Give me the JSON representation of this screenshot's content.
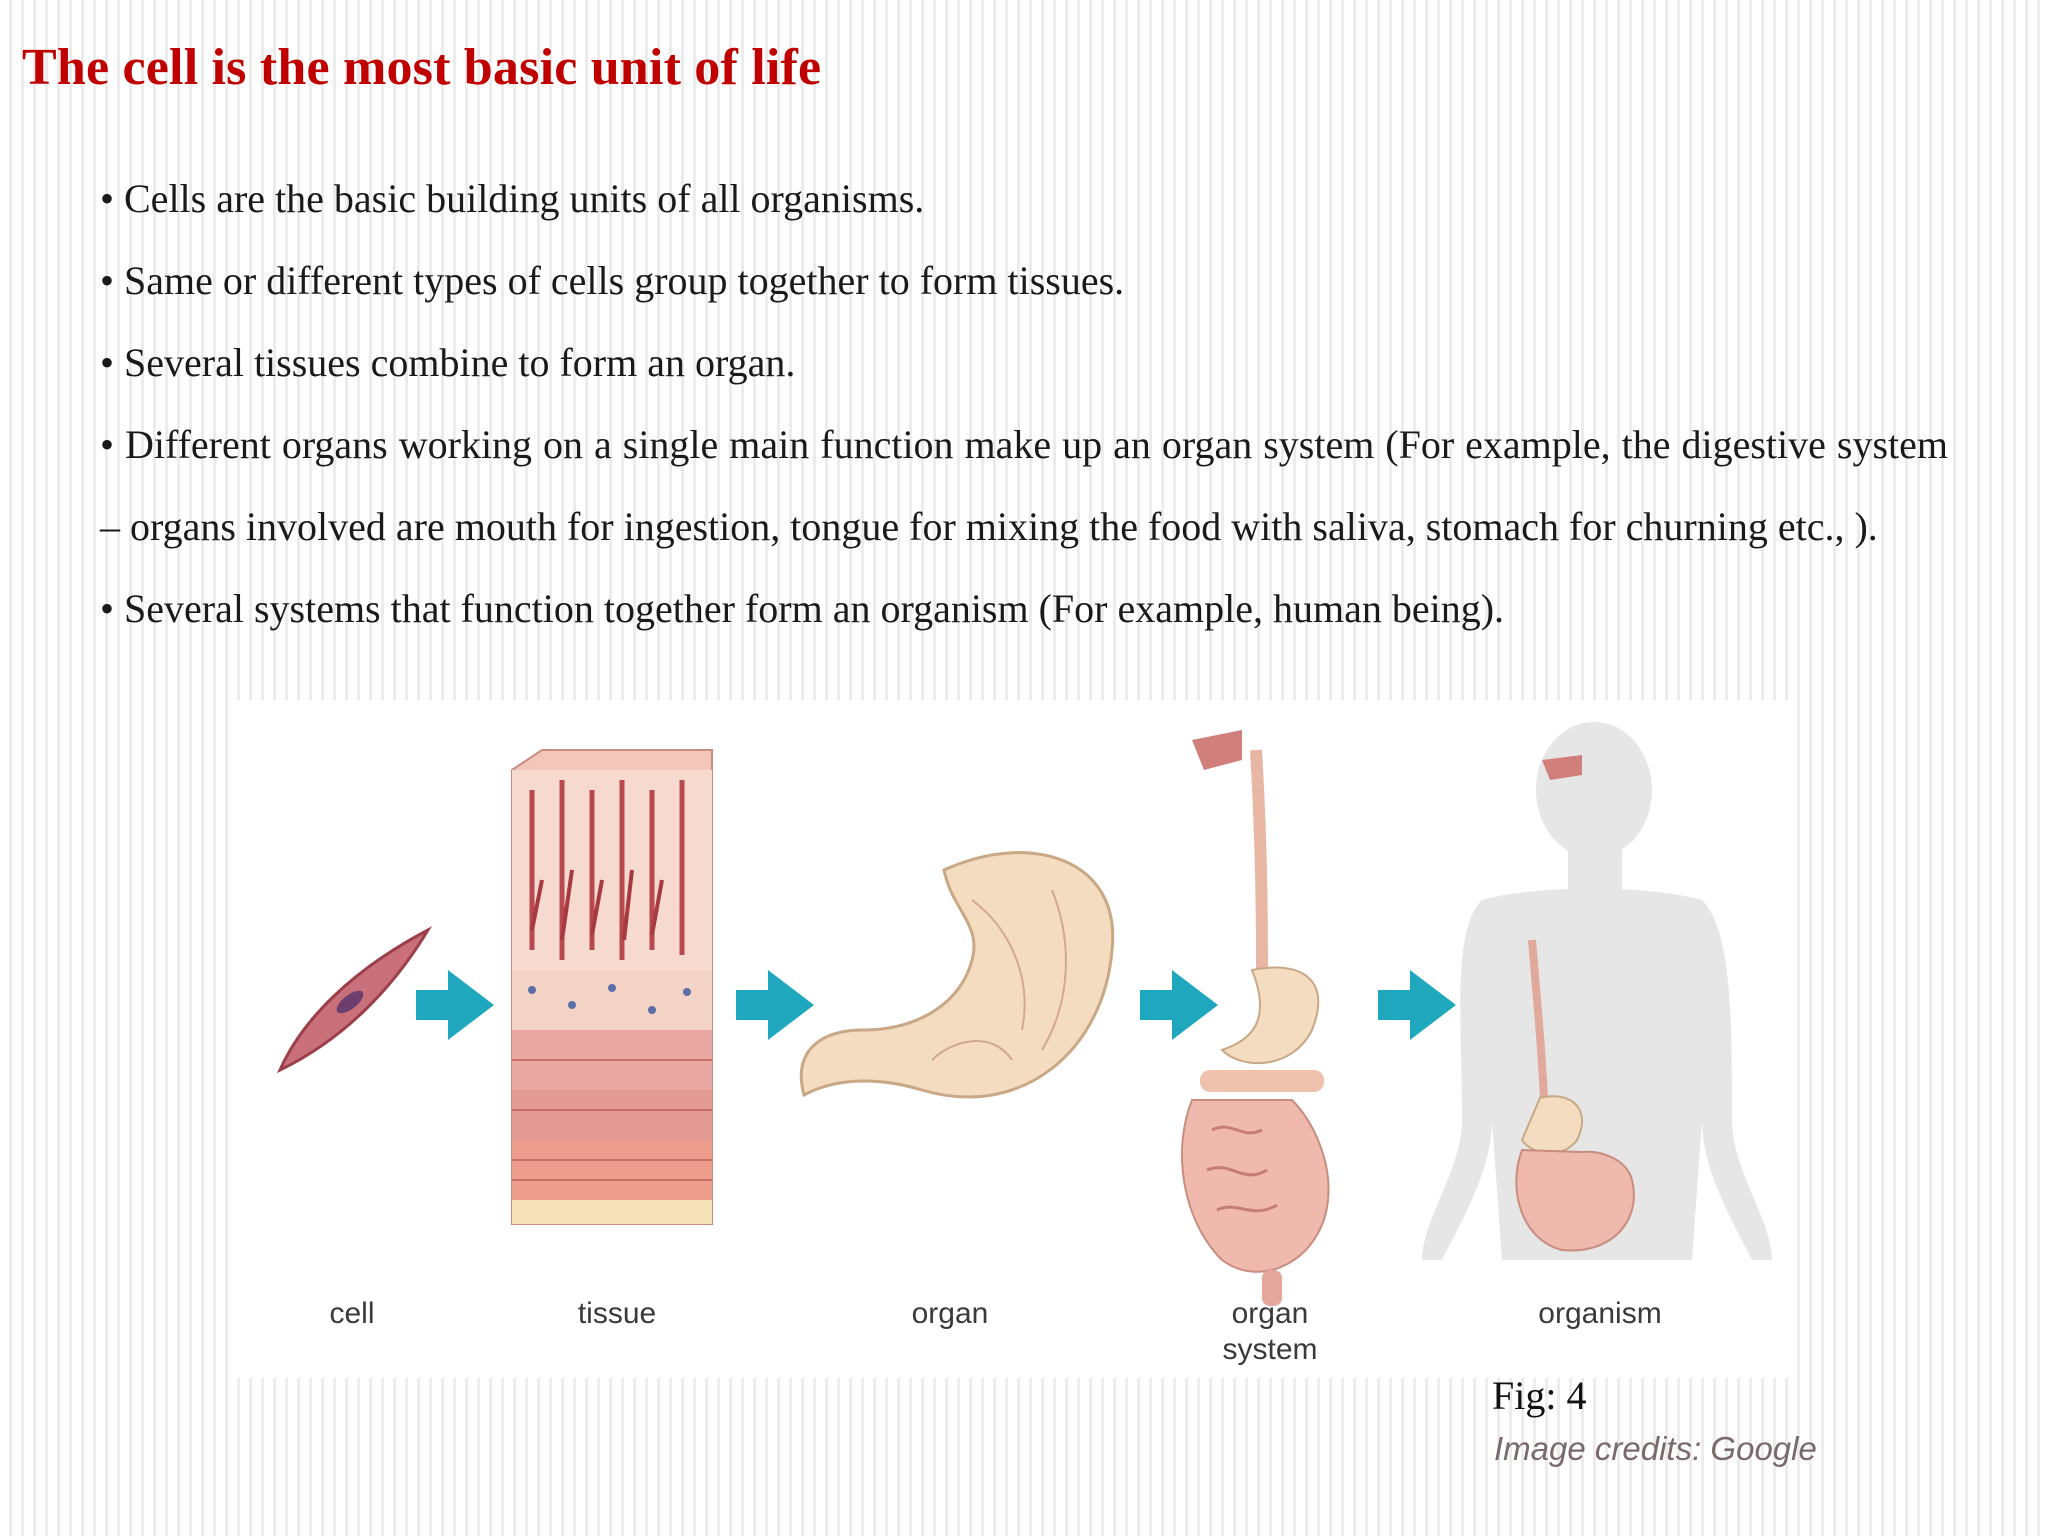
{
  "title": "The cell is the most basic unit of life",
  "bullets": [
    "• Cells are the basic building units of all organisms.",
    "• Same or different types of cells group together to form tissues.",
    "• Several tissues combine to form an organ.",
    "• Different organs working on a single main function make up an organ system (For example, the digestive system – organs involved are mouth for ingestion, tongue for mixing the food with saliva, stomach for churning etc., ).",
    "• Several systems that function together form an organism (For example, human being)."
  ],
  "figure": {
    "labels": {
      "cell": "cell",
      "tissue": "tissue",
      "organ": "organ",
      "organ_system_line1": "organ",
      "organ_system_line2": "system",
      "organism": "organism"
    },
    "caption": "Fig: 4",
    "credits": "Image credits: Google"
  },
  "colors": {
    "title": "#c00000",
    "arrow": "#1fa8bd",
    "tissue_pink": "#e8a7a0",
    "organ_beige": "#f3dcc0",
    "body_grey": "#e6e6e6"
  }
}
